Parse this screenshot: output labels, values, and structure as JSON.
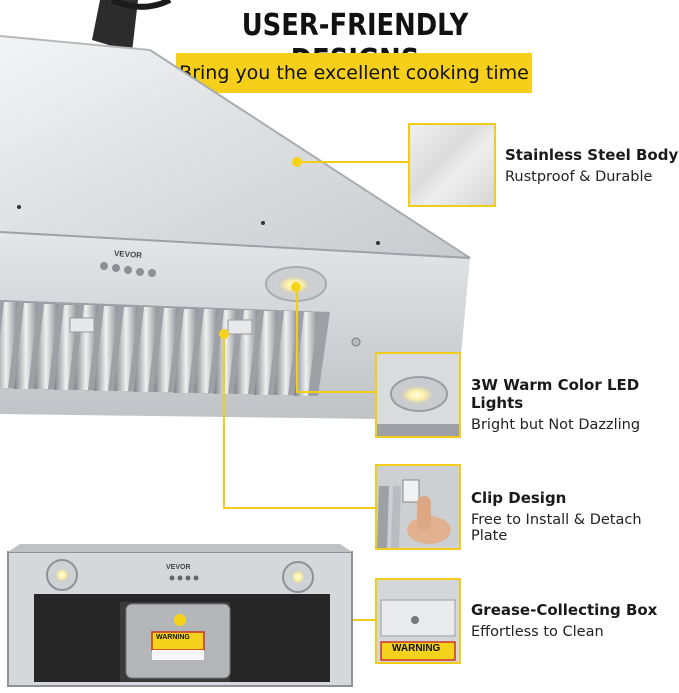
{
  "header": {
    "title": "USER-FRIENDLY DESIGNS",
    "subtitle": "Bring you the excellent cooking time"
  },
  "product": {
    "brand": "VEVOR",
    "warning_label": "WARNING"
  },
  "features": [
    {
      "title": "Stainless Steel Body",
      "subtitle": "Rustproof & Durable"
    },
    {
      "title": "3W Warm Color LED Lights",
      "subtitle": "Bright but Not Dazzling"
    },
    {
      "title": "Clip Design",
      "subtitle": "Free to Install & Detach Plate"
    },
    {
      "title": "Grease-Collecting Box",
      "subtitle": "Effortless to Clean"
    }
  ],
  "colors": {
    "accent": "#f6cf1a",
    "steel": "#cfd2d4"
  }
}
